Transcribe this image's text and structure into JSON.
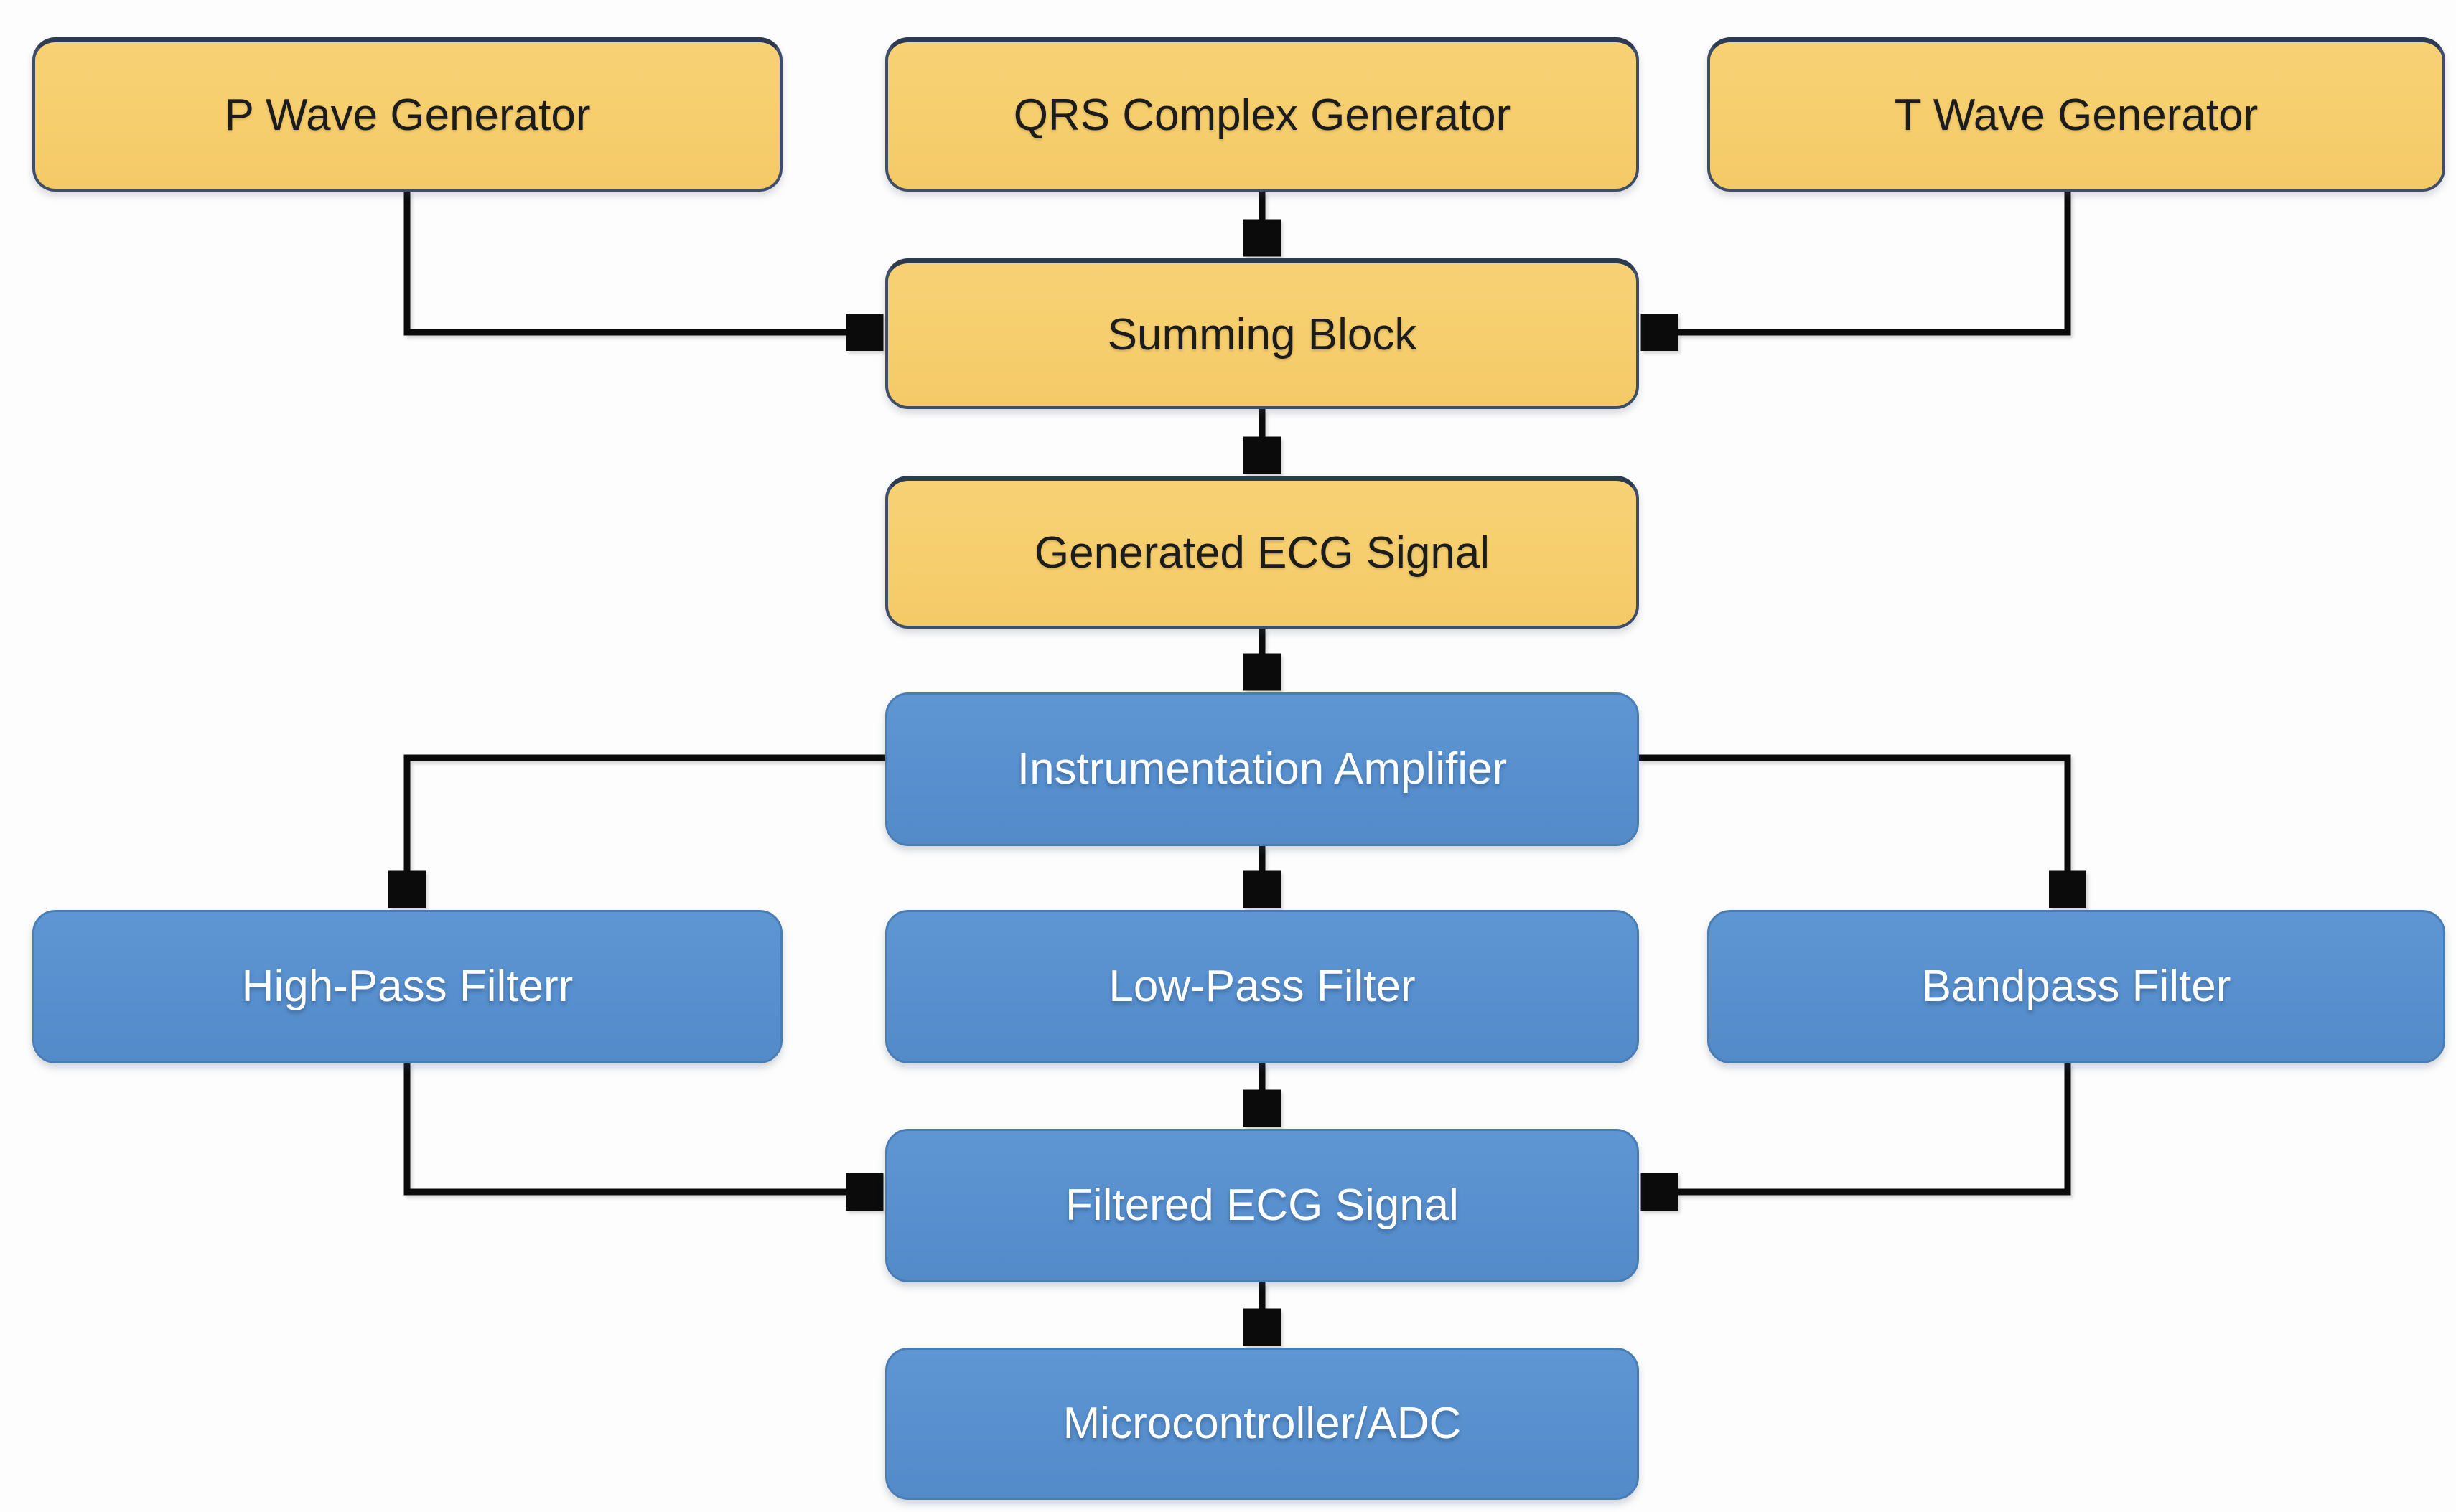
{
  "diagram": {
    "type": "flowchart",
    "background_color": "#FDFDFD",
    "arrow_color": "#0B0B0B",
    "styles": {
      "generator_fill": "#F6CE6D",
      "generator_border": "#3E4E6A",
      "generator_text": "#1C1C1C",
      "process_fill": "#5890CF",
      "process_border": "#4A7DB4",
      "process_text": "#FFFFFF"
    },
    "nodes": [
      {
        "id": "p-wave-generator",
        "label": "P Wave Generator",
        "style": "generator"
      },
      {
        "id": "qrs-complex-generator",
        "label": "QRS Complex Generator",
        "style": "generator"
      },
      {
        "id": "t-wave-generator",
        "label": "T Wave Generator",
        "style": "generator"
      },
      {
        "id": "summing-block",
        "label": "Summing Block",
        "style": "generator"
      },
      {
        "id": "generated-ecg-signal",
        "label": "Generated ECG Signal",
        "style": "generator"
      },
      {
        "id": "instrumentation-amplifier",
        "label": "Instrumentation Amplifier",
        "style": "process"
      },
      {
        "id": "high-pass-filter",
        "label": "High-Pass Filterr",
        "style": "process"
      },
      {
        "id": "low-pass-filter",
        "label": "Low-Pass Filter",
        "style": "process"
      },
      {
        "id": "bandpass-filter",
        "label": "Bandpass Filter",
        "style": "process"
      },
      {
        "id": "filtered-ecg-signal",
        "label": "Filtered ECG Signal",
        "style": "process"
      },
      {
        "id": "microcontroller-adc",
        "label": "Microcontroller/ADC",
        "style": "process"
      }
    ],
    "edges": [
      {
        "from": "p-wave-generator",
        "to": "summing-block"
      },
      {
        "from": "qrs-complex-generator",
        "to": "summing-block"
      },
      {
        "from": "t-wave-generator",
        "to": "summing-block"
      },
      {
        "from": "summing-block",
        "to": "generated-ecg-signal"
      },
      {
        "from": "generated-ecg-signal",
        "to": "instrumentation-amplifier"
      },
      {
        "from": "instrumentation-amplifier",
        "to": "high-pass-filter"
      },
      {
        "from": "instrumentation-amplifier",
        "to": "low-pass-filter"
      },
      {
        "from": "instrumentation-amplifier",
        "to": "bandpass-filter"
      },
      {
        "from": "high-pass-filter",
        "to": "filtered-ecg-signal"
      },
      {
        "from": "low-pass-filter",
        "to": "filtered-ecg-signal"
      },
      {
        "from": "bandpass-filter",
        "to": "filtered-ecg-signal"
      },
      {
        "from": "filtered-ecg-signal",
        "to": "microcontroller-adc"
      }
    ]
  }
}
